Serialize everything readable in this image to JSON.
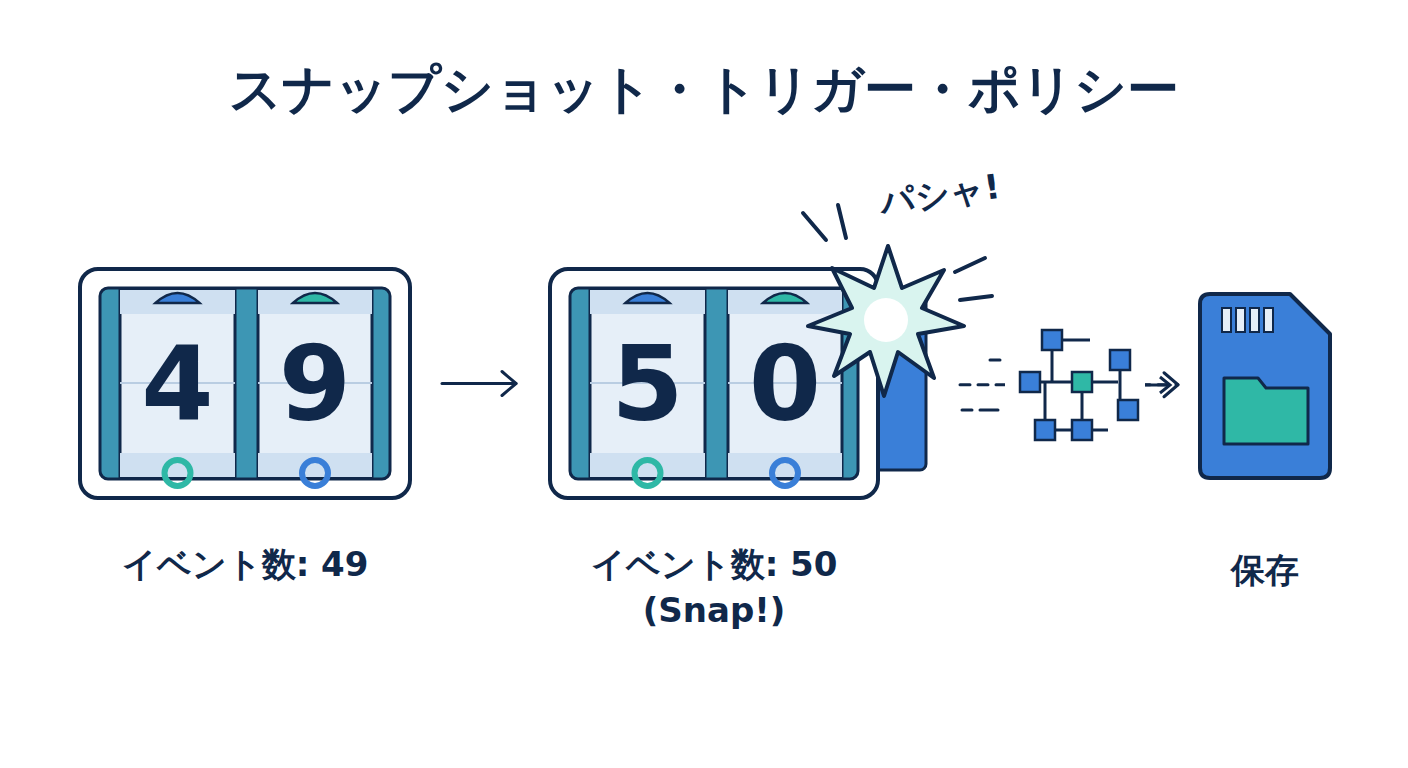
{
  "diagram": {
    "title": "スナップショット・トリガー・ポリシー",
    "nodes": [
      {
        "text": [
          "4",
          "9",
          "イベント数: 49"
        ]
      },
      {
        "text": [
          "5",
          "0",
          "イベント数: 50 (Snap!)"
        ]
      },
      {
        "text": [
          "保存"
        ]
      }
    ],
    "edges": [
      {
        "from": 0,
        "to": 1,
        "arrow": "to"
      },
      {
        "from": 1,
        "to": 2,
        "arrow": "to"
      }
    ],
    "labels": [
      "パシャ!"
    ]
  }
}
